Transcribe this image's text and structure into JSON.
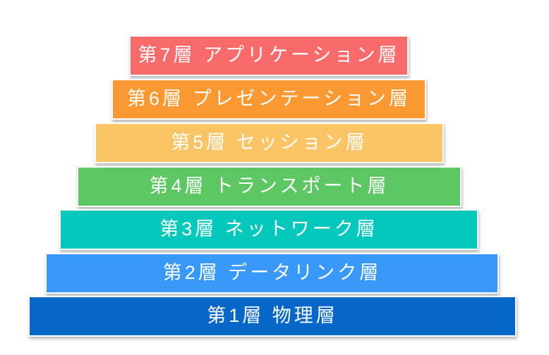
{
  "diagram": {
    "type": "pyramid",
    "text_color": "#FFFFFF",
    "background": "#FFFFFF"
  },
  "layers": [
    {
      "label": "第7層 アプリケーション層",
      "color": "#F96B6B"
    },
    {
      "label": "第6層 プレゼンテーション層",
      "color": "#FA9832"
    },
    {
      "label": "第5層 セッション層",
      "color": "#FBC464"
    },
    {
      "label": "第4層 トランスポート層",
      "color": "#5DC763"
    },
    {
      "label": "第3層 ネットワーク層",
      "color": "#04C8BB"
    },
    {
      "label": "第2層 データリンク層",
      "color": "#3999FA"
    },
    {
      "label": "第1層 物理層",
      "color": "#0767C8"
    }
  ]
}
